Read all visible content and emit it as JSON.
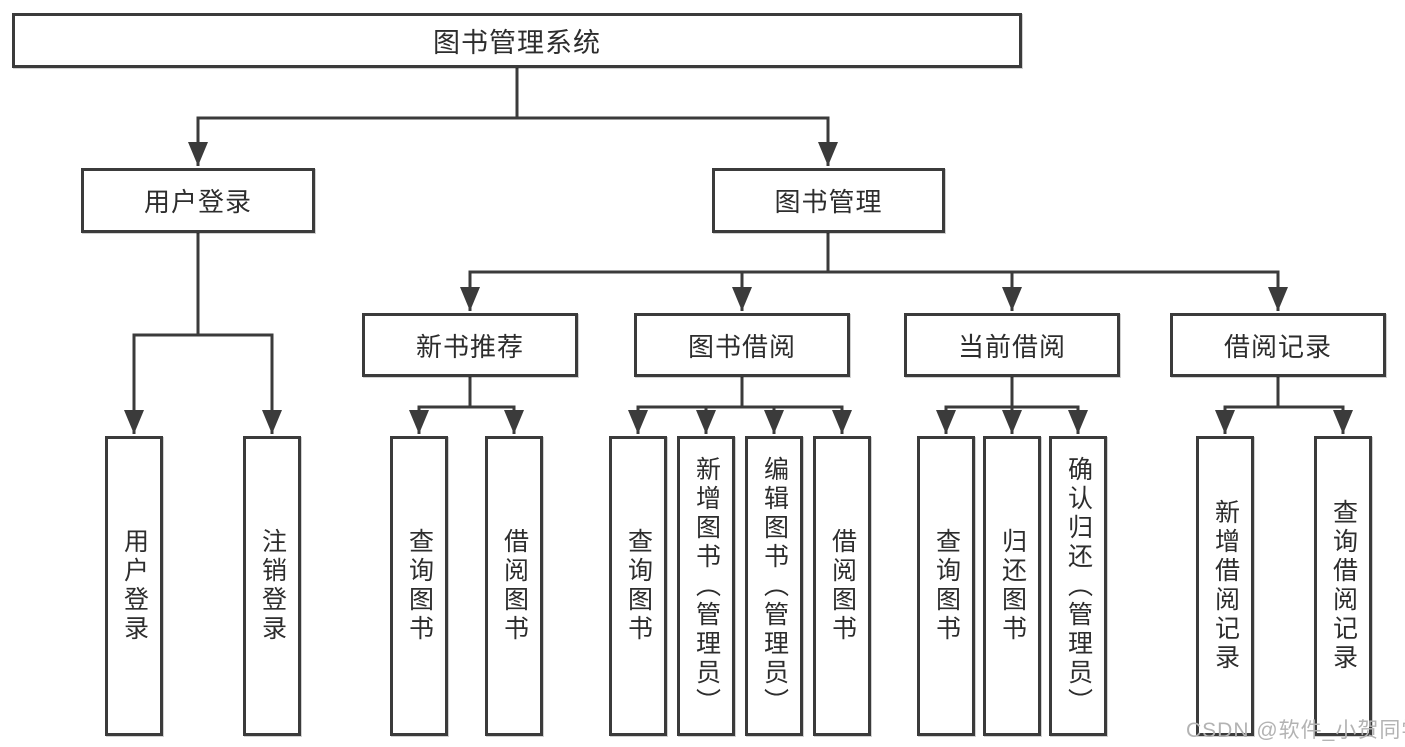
{
  "tree": {
    "label": "图书管理系统",
    "children": [
      {
        "label": "用户登录",
        "children": [
          {
            "label": "用户登录"
          },
          {
            "label": "注销登录"
          }
        ]
      },
      {
        "label": "图书管理",
        "children": [
          {
            "label": "新书推荐",
            "children": [
              {
                "label": "查询图书"
              },
              {
                "label": "借阅图书"
              }
            ]
          },
          {
            "label": "图书借阅",
            "children": [
              {
                "label": "查询图书"
              },
              {
                "label": "新增图书（管理员）"
              },
              {
                "label": "编辑图书（管理员）"
              },
              {
                "label": "借阅图书"
              }
            ]
          },
          {
            "label": "当前借阅",
            "children": [
              {
                "label": "查询图书"
              },
              {
                "label": "归还图书"
              },
              {
                "label": "确认归还（管理员）"
              }
            ]
          },
          {
            "label": "借阅记录",
            "children": [
              {
                "label": "新增借阅记录"
              },
              {
                "label": "查询借阅记录"
              }
            ]
          }
        ]
      }
    ]
  },
  "watermark": {
    "text": "CSDN @软件_小贺同学"
  },
  "colors": {
    "line": "#3b3b3b",
    "text": "#2d2d2d",
    "watermark": "#b3b3b3",
    "background": "#ffffff"
  }
}
